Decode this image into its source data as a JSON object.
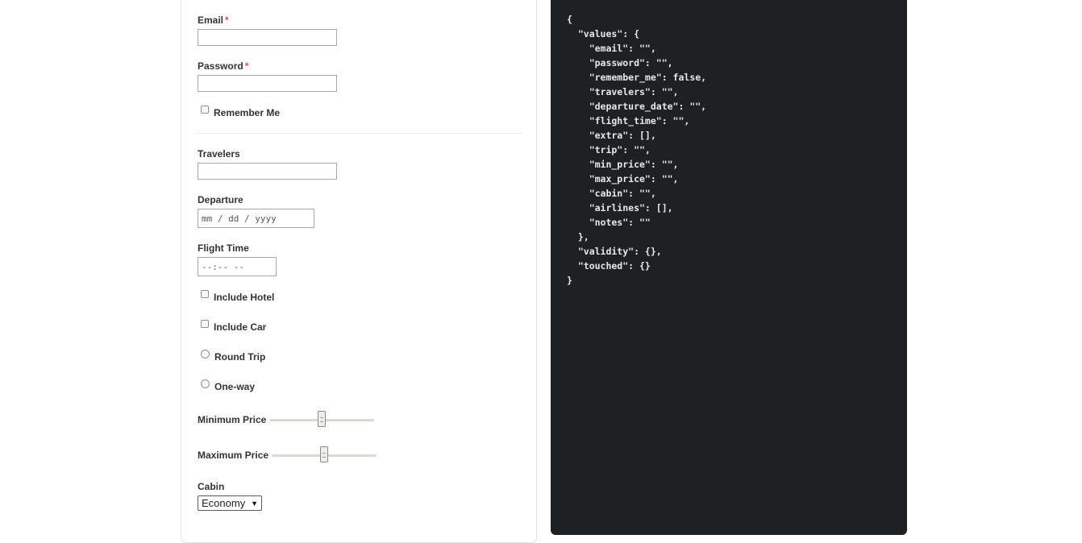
{
  "form": {
    "email_label": "Email",
    "password_label": "Password",
    "required_mark": "*",
    "remember_label": "Remember Me",
    "travelers_label": "Travelers",
    "departure_label": "Departure",
    "departure_placeholder": "mm / dd / yyyy",
    "flight_time_label": "Flight Time",
    "flight_time_placeholder": "--:--  --",
    "include_hotel_label": "Include Hotel",
    "include_car_label": "Include Car",
    "round_trip_label": "Round Trip",
    "one_way_label": "One-way",
    "min_price_label": "Minimum Price",
    "min_price_value": 0.5,
    "max_price_label": "Maximum Price",
    "max_price_value": 0.5,
    "cabin_label": "Cabin",
    "cabin_selected": "Economy",
    "values": {
      "email": "",
      "password": "",
      "travelers": ""
    }
  },
  "json_view": {
    "text": "{\n  \"values\": {\n    \"email\": \"\",\n    \"password\": \"\",\n    \"remember_me\": false,\n    \"travelers\": \"\",\n    \"departure_date\": \"\",\n    \"flight_time\": \"\",\n    \"extra\": [],\n    \"trip\": \"\",\n    \"min_price\": \"\",\n    \"max_price\": \"\",\n    \"cabin\": \"\",\n    \"airlines\": [],\n    \"notes\": \"\"\n  },\n  \"validity\": {},\n  \"touched\": {}\n}"
  },
  "colors": {
    "required": "#d9534f",
    "json_background": "#1e2124",
    "json_text": "#e8e8e8"
  }
}
